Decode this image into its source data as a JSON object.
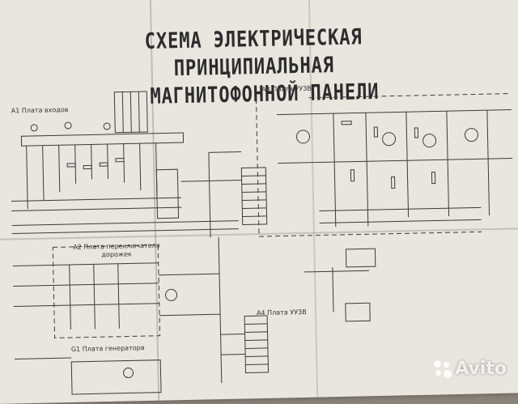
{
  "title": {
    "line1": "СХЕМА ЭЛЕКТРИЧЕСКАЯ ПРИНЦИПИАЛЬНАЯ",
    "line2": "МАГНИТОФОННОЙ ПАНЕЛИ"
  },
  "blocks": {
    "a1": "А1 Плата входов",
    "a2_line1": "А2 Плата переключателя",
    "a2_line2": "дорожек",
    "a3": "А3 Плата УУЗВ",
    "a4": "А4 Плата УУЗВ",
    "g1": "G1 Плата генератора"
  },
  "watermark": "Avito"
}
